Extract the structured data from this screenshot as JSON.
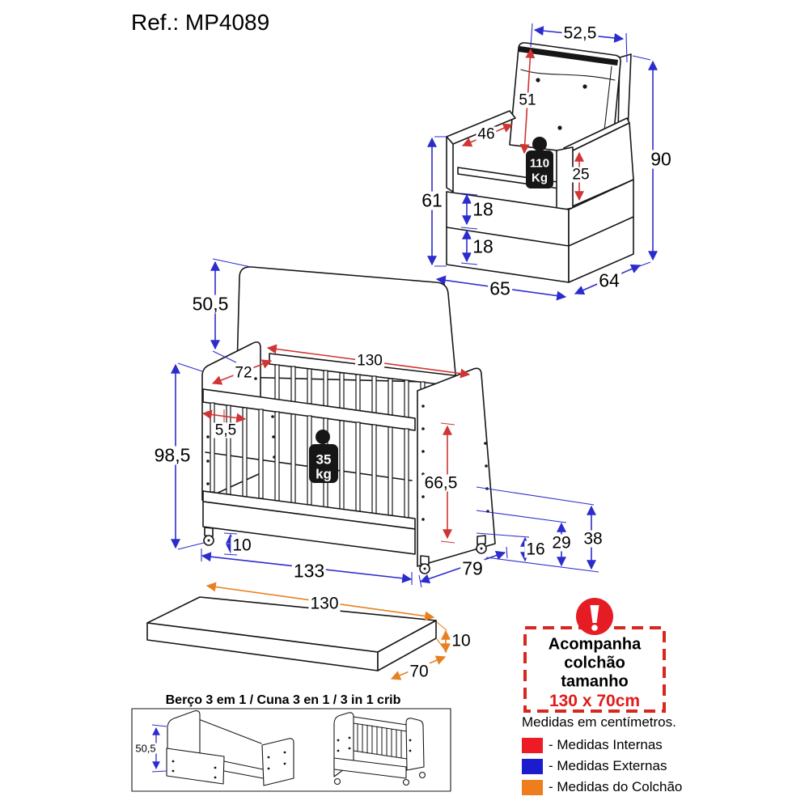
{
  "page": {
    "title": "Ref.: MP4089"
  },
  "colors": {
    "dimension_internal": "#cf3533",
    "dimension_external": "#2c2ccd",
    "dimension_mattress": "#e8801f",
    "alert_red": "#e01b1b"
  },
  "armchair": {
    "weight_badge": {
      "value": "110",
      "unit": "Kg"
    },
    "dims": {
      "top_width": "52,5",
      "back_height": "51",
      "arm_depth": "46",
      "arm_above_seat": "25",
      "side_height": "61",
      "upper_base": "18",
      "lower_base": "18",
      "total_height": "90",
      "front_width": "65",
      "side_depth": "64"
    }
  },
  "crib": {
    "weight_badge": {
      "value": "35",
      "unit": "kg"
    },
    "dims": {
      "headboard_height": "50,5",
      "inner_length": "130",
      "inner_width": "72",
      "slat_gap": "5,5",
      "total_height": "98,5",
      "inner_height": "66,5",
      "clearance": "10",
      "total_length": "133",
      "total_depth": "79",
      "level_1": "16",
      "level_2": "29",
      "level_3": "38"
    }
  },
  "mattress": {
    "dims": {
      "length": "130",
      "thickness": "10",
      "width": "70"
    }
  },
  "variants": {
    "title": "Berço 3 em 1 / Cuna 3 en 1 / 3 in 1 crib",
    "dims": {
      "side_height": "50,5"
    }
  },
  "notice": {
    "line1": "Acompanha",
    "line2": "colchão",
    "line3": "tamanho",
    "size": "130 x 70cm"
  },
  "legend": {
    "note": "Medidas em centímetros.",
    "items": [
      {
        "label": "- Medidas Internas",
        "color": "#ed1c24"
      },
      {
        "label": "- Medidas Externas",
        "color": "#1b1ccd"
      },
      {
        "label": "- Medidas do Colchão",
        "color": "#ee7d1d"
      }
    ]
  }
}
